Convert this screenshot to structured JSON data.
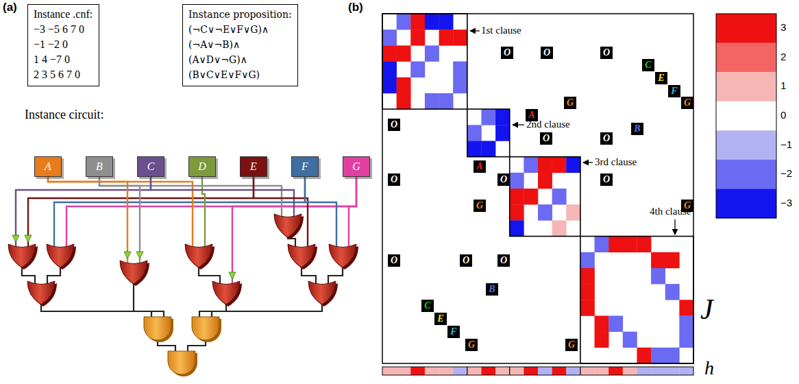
{
  "diagram": {
    "nodes": [
      {
        "text": [
          "Instance .cnf:",
          "−3 −5 6 7 0",
          "−1 −2 0",
          "1 4 −7 0",
          "2 3 5 6 7 0"
        ]
      },
      {
        "text": [
          "Instance proposition:",
          "(¬C∨¬E∨F∨G)∧",
          "(¬A∨¬B)∧",
          "(A∨D∨¬G)∧",
          "(B∨C∨E∨F∨G)"
        ]
      },
      {
        "text": [
          "A"
        ]
      },
      {
        "text": [
          "B"
        ]
      },
      {
        "text": [
          "C"
        ]
      },
      {
        "text": [
          "D"
        ]
      },
      {
        "text": [
          "E"
        ]
      },
      {
        "text": [
          "F"
        ]
      },
      {
        "text": [
          "G"
        ]
      },
      {
        "text": [
          "O"
        ]
      },
      {
        "text": [
          "O"
        ]
      },
      {
        "text": [
          "O"
        ]
      },
      {
        "text": [
          "C"
        ]
      },
      {
        "text": [
          "E"
        ]
      },
      {
        "text": [
          "F"
        ]
      },
      {
        "text": [
          "G"
        ]
      },
      {
        "text": [
          "G"
        ]
      },
      {
        "text": [
          "A"
        ]
      },
      {
        "text": [
          "O"
        ]
      },
      {
        "text": [
          "B"
        ]
      },
      {
        "text": [
          "O"
        ]
      },
      {
        "text": [
          "O"
        ]
      },
      {
        "text": [
          "A"
        ]
      },
      {
        "text": [
          "O"
        ]
      },
      {
        "text": [
          "O"
        ]
      },
      {
        "text": [
          "O"
        ]
      },
      {
        "text": [
          "G"
        ]
      },
      {
        "text": [
          "G"
        ]
      },
      {
        "text": [
          "O"
        ]
      },
      {
        "text": [
          "O"
        ]
      },
      {
        "text": [
          "O"
        ]
      },
      {
        "text": [
          "B"
        ]
      },
      {
        "text": [
          "C"
        ]
      },
      {
        "text": [
          "E"
        ]
      },
      {
        "text": [
          "F"
        ]
      },
      {
        "text": [
          "G"
        ]
      },
      {
        "text": [
          "G"
        ]
      }
    ],
    "labels": [
      "(a)",
      "(b)",
      "Instance circuit:",
      "1st clause",
      "2nd clause",
      "3rd clause",
      "4th clause",
      "3",
      "2",
      "1",
      "0",
      "−1",
      "−2",
      "−3",
      "J",
      "h"
    ]
  }
}
